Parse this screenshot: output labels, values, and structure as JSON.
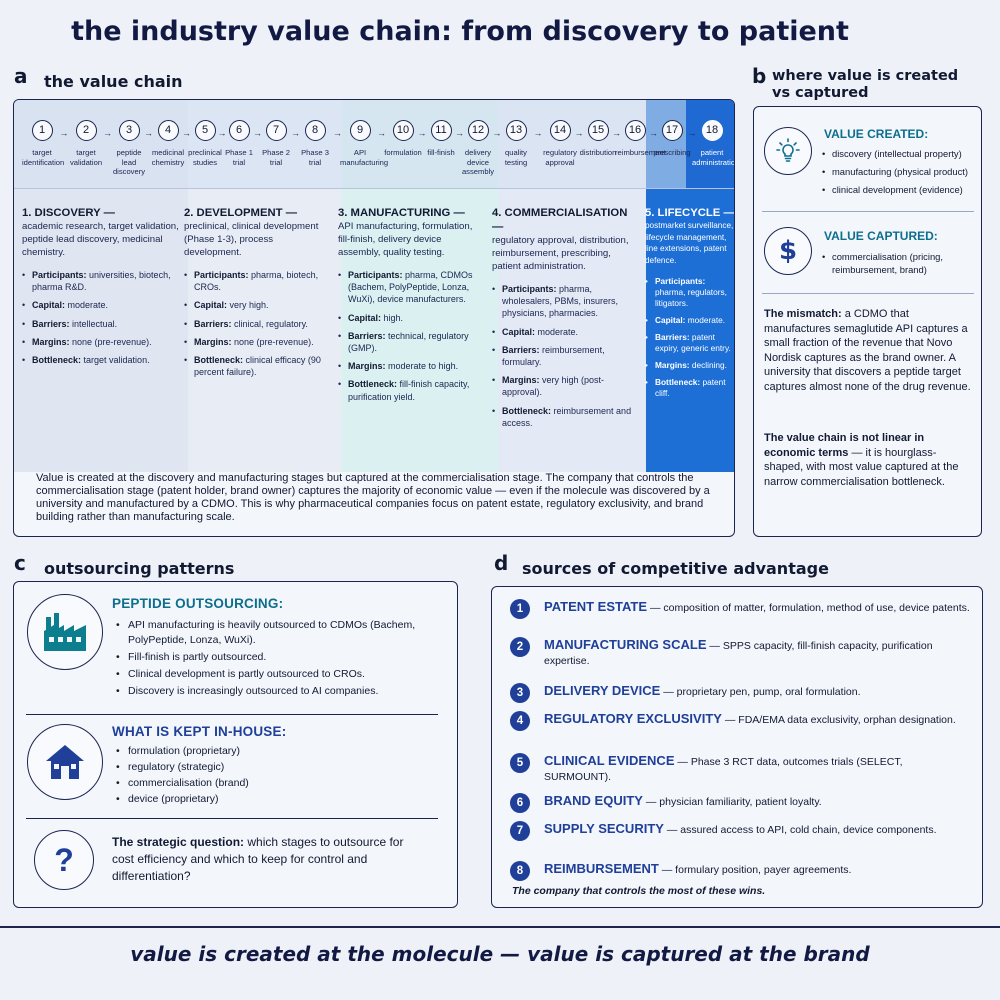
{
  "title": "the industry value chain: from discovery to patient",
  "colors": {
    "discovery_bg": "#dfe6f1",
    "development_bg": "#e6ecf4",
    "manufacturing_bg": "#dcf0f1",
    "commercialisation_bg": "#e2e8f4",
    "lifecycle_bg": "#1d6fd6",
    "accent_teal": "#0d6e8e",
    "accent_blue": "#1f3f99"
  },
  "panel_a": {
    "letter": "a",
    "title": "the value chain",
    "steps": [
      {
        "num": "1",
        "label": "target identification"
      },
      {
        "num": "2",
        "label": "target validation"
      },
      {
        "num": "3",
        "label": "peptide lead discovery"
      },
      {
        "num": "4",
        "label": "medicinal chemistry"
      },
      {
        "num": "5",
        "label": "preclinical studies"
      },
      {
        "num": "6",
        "label": "Phase 1 trial"
      },
      {
        "num": "7",
        "label": "Phase 2 trial"
      },
      {
        "num": "8",
        "label": "Phase 3 trial"
      },
      {
        "num": "9",
        "label": "API manufacturing"
      },
      {
        "num": "10",
        "label": "formulation"
      },
      {
        "num": "11",
        "label": "fill-finish"
      },
      {
        "num": "12",
        "label": "delivery device assembly"
      },
      {
        "num": "13",
        "label": "quality testing"
      },
      {
        "num": "14",
        "label": "regulatory approval"
      },
      {
        "num": "15",
        "label": "distribution"
      },
      {
        "num": "16",
        "label": "reimbursement"
      },
      {
        "num": "17",
        "label": "prescribing"
      },
      {
        "num": "18",
        "label": "patient administration"
      }
    ],
    "stages": {
      "discovery": {
        "head": "1. DISCOVERY —",
        "desc": "academic research, target validation, peptide lead discovery, medicinal chemistry.",
        "participants": "universities, biotech, pharma R&D.",
        "capital": "moderate.",
        "barriers": "intellectual.",
        "margins": "none (pre-revenue).",
        "bottleneck": "target validation."
      },
      "development": {
        "head": "2. DEVELOPMENT —",
        "desc": "preclinical, clinical development (Phase 1-3), process development.",
        "participants": "pharma, biotech, CROs.",
        "capital": "very high.",
        "barriers": "clinical, regulatory.",
        "margins": "none (pre-revenue).",
        "bottleneck": "clinical efficacy (90 percent failure)."
      },
      "manufacturing": {
        "head": "3. MANUFACTURING —",
        "desc": "API manufacturing, formulation, fill-finish, delivery device assembly, quality testing.",
        "participants": "pharma, CDMOs (Bachem, PolyPeptide, Lonza, WuXi), device manufacturers.",
        "capital": "high.",
        "barriers": "technical, regulatory (GMP).",
        "margins": "moderate to high.",
        "bottleneck": "fill-finish capacity, purification yield."
      },
      "commercialisation": {
        "head": "4. COMMERCIALISATION —",
        "desc": "regulatory approval, distribution, reimbursement, prescribing, patient administration.",
        "participants": "pharma, wholesalers, PBMs, insurers, physicians, pharmacies.",
        "capital": "moderate.",
        "barriers": "reimbursement, formulary.",
        "margins": "very high (post-approval).",
        "bottleneck": "reimbursement and access."
      },
      "lifecycle": {
        "head": "5. LIFECYCLE —",
        "desc": "postmarket surveillance, lifecycle management, line extensions, patent defence.",
        "participants": "pharma, regulators, litigators.",
        "capital": "moderate.",
        "barriers": "patent expiry, generic entry.",
        "margins": "declining.",
        "bottleneck": "patent cliff."
      }
    },
    "labels": {
      "participants": "Participants:",
      "capital": "Capital:",
      "barriers": "Barriers:",
      "margins": "Margins:",
      "bottleneck": "Bottleneck:"
    },
    "summary": "Value is created at the discovery and manufacturing stages but captured at the commercialisation stage. The company that controls the commercialisation stage (patent holder, brand owner) captures the majority of economic value — even if the molecule was discovered by a university and manufactured by a CDMO. This is why pharmaceutical companies focus on patent estate, regulatory exclusivity, and brand building rather than manufacturing scale."
  },
  "panel_b": {
    "letter": "b",
    "title_line1": "where value is created",
    "title_line2": "vs captured",
    "created_head": "VALUE CREATED:",
    "created_items": [
      "discovery (intellectual property)",
      "manufacturing (physical product)",
      "clinical development (evidence)"
    ],
    "captured_head": "VALUE CAPTURED:",
    "captured_items": [
      "commercialisation (pricing, reimbursement, brand)"
    ],
    "mismatch_label": "The mismatch:",
    "mismatch_text": "a CDMO that manufactures semaglutide API captures a small fraction of the revenue that Novo Nordisk captures as the brand owner. A university that discovers a peptide target captures almost none of the drug revenue.",
    "nonlinear_label": "The value chain is not linear in economic terms",
    "nonlinear_text": "— it is hourglass-shaped, with most value captured at the narrow commercialisation bottleneck."
  },
  "panel_c": {
    "letter": "c",
    "title": "outsourcing patterns",
    "outsourcing_head": "PEPTIDE OUTSOURCING:",
    "outsourcing_items": [
      "API manufacturing is heavily outsourced to CDMOs (Bachem, PolyPeptide, Lonza, WuXi).",
      "Fill-finish is partly outsourced.",
      "Clinical development is partly outsourced to CROs.",
      "Discovery is increasingly outsourced to AI companies."
    ],
    "inhouse_head": "WHAT IS KEPT IN-HOUSE:",
    "inhouse_items": [
      "formulation (proprietary)",
      "regulatory (strategic)",
      "commercialisation (brand)",
      "device (proprietary)"
    ],
    "question_label": "The strategic question:",
    "question_text": "which stages to outsource for cost efficiency and which to keep for control and differentiation?",
    "question_glyph": "?"
  },
  "panel_d": {
    "letter": "d",
    "title": "sources of competitive advantage",
    "items": [
      {
        "num": "1",
        "head": "PATENT ESTATE",
        "text": "— composition of matter, formulation, method of use, device patents."
      },
      {
        "num": "2",
        "head": "MANUFACTURING SCALE",
        "text": "— SPPS capacity, fill-finish capacity, purification expertise."
      },
      {
        "num": "3",
        "head": "DELIVERY DEVICE",
        "text": "— proprietary pen, pump, oral formulation."
      },
      {
        "num": "4",
        "head": "REGULATORY EXCLUSIVITY",
        "text": "— FDA/EMA data exclusivity, orphan designation."
      },
      {
        "num": "5",
        "head": "CLINICAL EVIDENCE",
        "text": "— Phase 3 RCT data, outcomes trials (SELECT, SURMOUNT)."
      },
      {
        "num": "6",
        "head": "BRAND EQUITY",
        "text": "— physician familiarity, patient loyalty."
      },
      {
        "num": "7",
        "head": "SUPPLY SECURITY",
        "text": "— assured access to API, cold chain, device components."
      },
      {
        "num": "8",
        "head": "REIMBURSEMENT",
        "text": "— formulary position, payer agreements."
      }
    ],
    "closing": "The company that controls the most of these wins."
  },
  "footer": "value is created at the molecule — value is captured at the brand",
  "icons": {
    "bulb": "lightbulb-icon",
    "dollar": "dollar-icon",
    "factory": "factory-icon",
    "house": "house-icon",
    "question": "question-icon"
  }
}
